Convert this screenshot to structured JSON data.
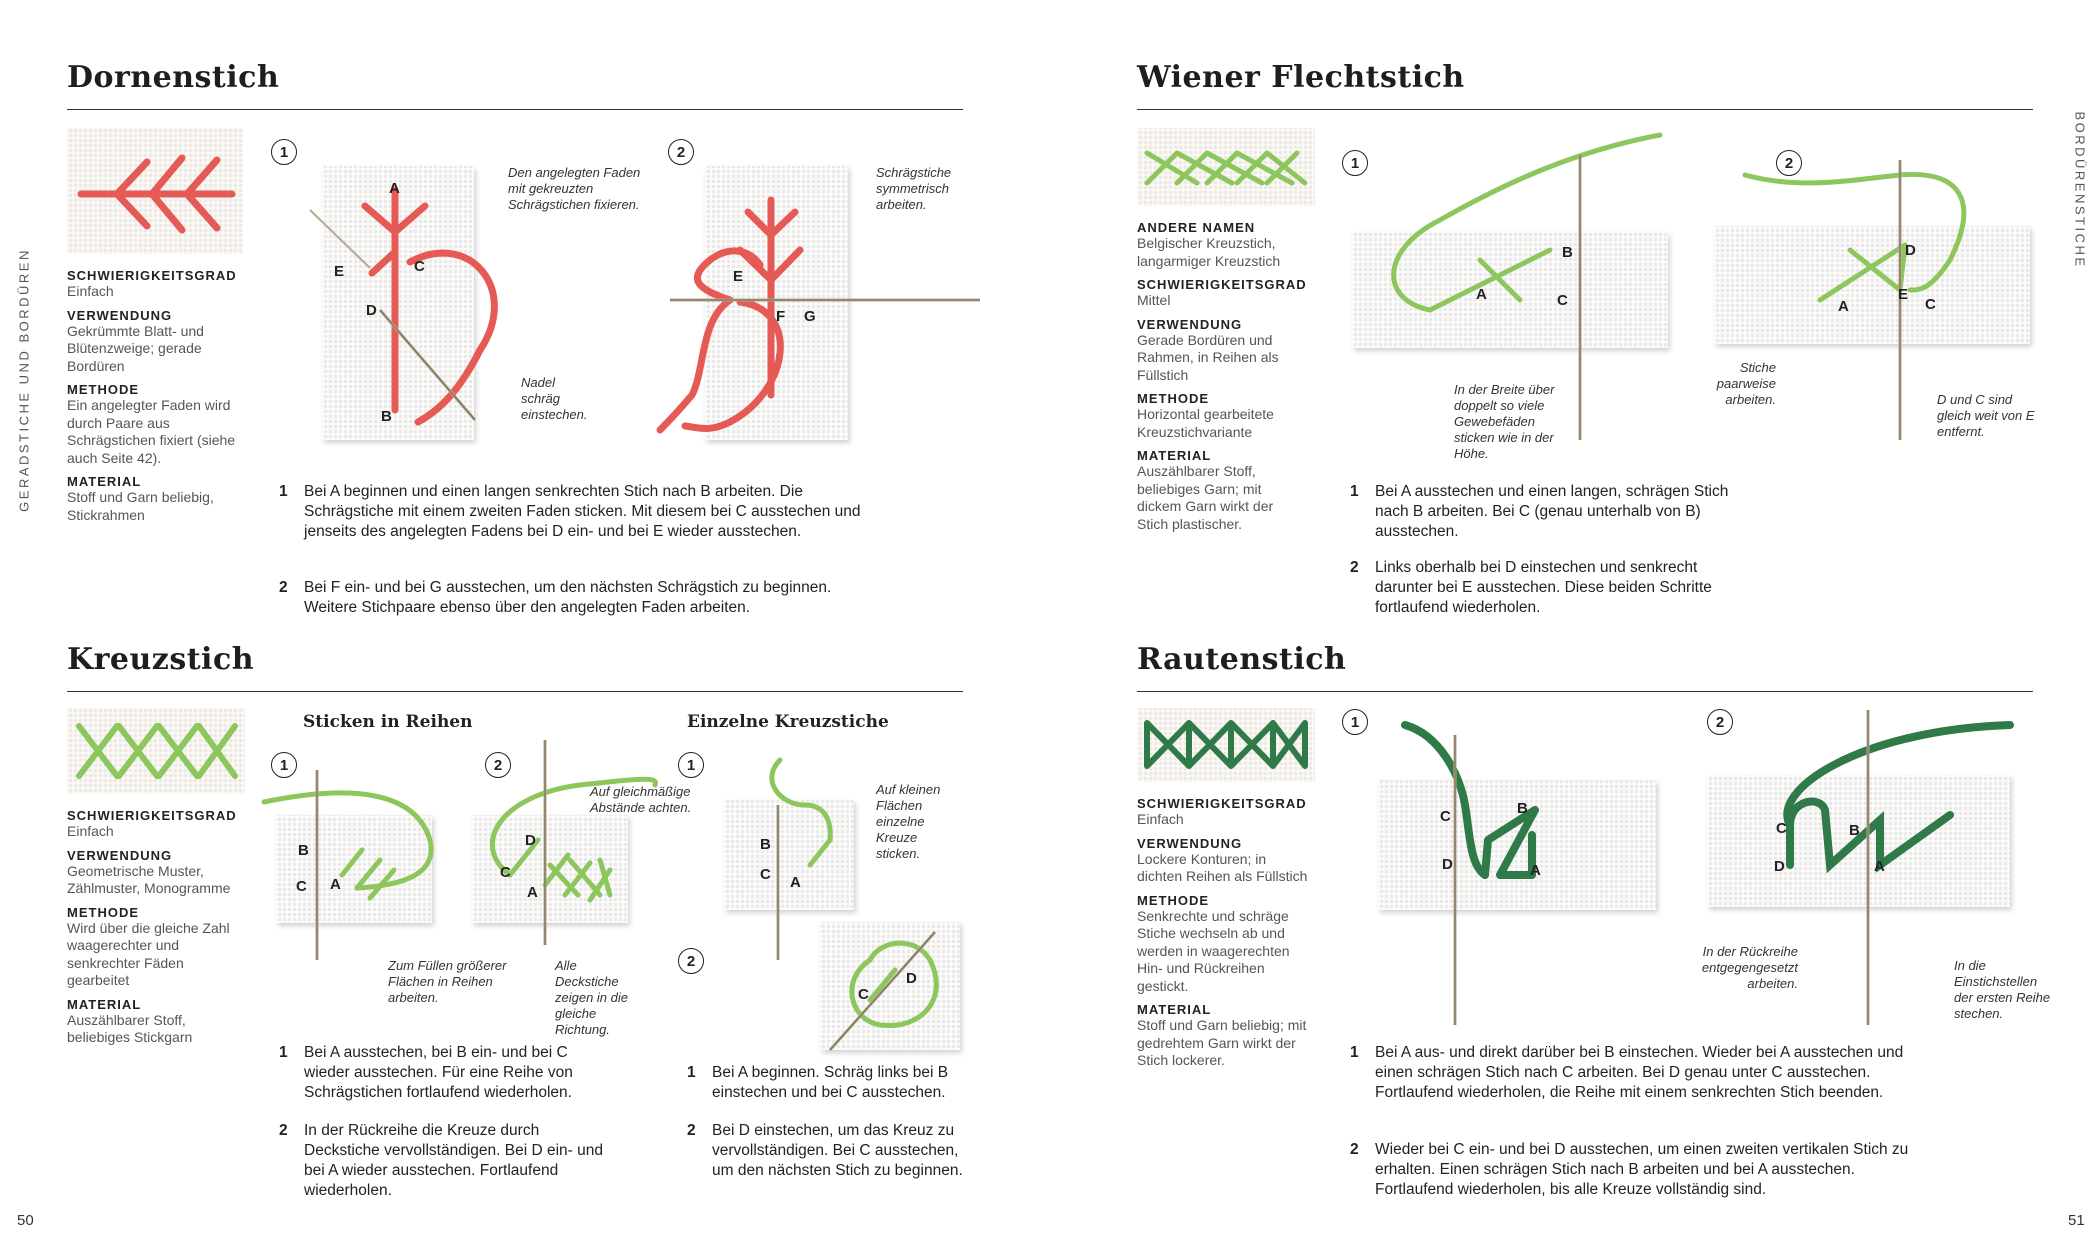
{
  "side_left": "GERADSTICHE UND BORDÜREN",
  "side_right": "BORDÜRENSTICHE",
  "page_left": "50",
  "page_right": "51",
  "colors": {
    "coral": "#e65a55",
    "light_green": "#8cc65c",
    "dark_green": "#2f7a48",
    "fabric": "#ebe9e6"
  },
  "labels": {
    "heading_difficulty": "SCHWIERIGKEITSGRAD",
    "heading_use": "VERWENDUNG",
    "heading_method": "METHODE",
    "heading_material": "MATERIAL",
    "heading_other_names": "ANDERE NAMEN"
  },
  "step_nums": {
    "one": "1",
    "two": "2"
  },
  "letters": {
    "A": "A",
    "B": "B",
    "C": "C",
    "D": "D",
    "E": "E",
    "F": "F",
    "G": "G"
  },
  "dornen": {
    "title": "Dornenstich",
    "difficulty": "Einfach",
    "use": "Gekrümmte Blatt- und Blütenzweige; gerade Bordüren",
    "method": "Ein angelegter Faden wird durch Paare aus Schrägstichen fixiert (siehe auch Seite 42).",
    "material": "Stoff und Garn beliebig, Stickrahmen",
    "note1": "Den angelegten Faden mit gekreuzten Schrägstichen fixieren.",
    "note2": "Nadel schräg einstechen.",
    "note3": "Schrägstiche symmetrisch arbeiten.",
    "step1": "Bei A beginnen und einen langen senkrechten Stich nach B arbeiten. Die Schrägstiche mit einem zweiten Faden sticken. Mit diesem bei C ausstechen und jenseits des angelegten Fadens bei D ein- und bei E wieder ausstechen.",
    "step2": "Bei F ein- und bei G ausstechen, um den nächsten Schrägstich zu beginnen. Weitere Stichpaare ebenso über den angelegten Faden arbeiten."
  },
  "wiener": {
    "title": "Wiener Flechtstich",
    "other_names": "Belgischer Kreuzstich, langarmiger Kreuzstich",
    "difficulty": "Mittel",
    "use": "Gerade Bordüren und Rahmen, in Reihen als Füllstich",
    "method": "Horizontal gearbeitete Kreuzstichvariante",
    "material": "Auszählbarer Stoff, beliebiges Garn; mit dickem Garn wirkt der Stich plastischer.",
    "note1": "In der Breite über doppelt so viele Gewebefäden sticken wie in der Höhe.",
    "note2": "Stiche paarweise arbeiten.",
    "note3": "D und C sind gleich weit von E entfernt.",
    "step1": "Bei A ausstechen und einen langen, schrägen Stich nach B arbeiten. Bei C (genau unterhalb von B) ausstechen.",
    "step2": "Links oberhalb bei D einstechen und senkrecht darunter bei E ausstechen. Diese beiden Schritte fortlaufend wiederholen."
  },
  "kreuz": {
    "title": "Kreuzstich",
    "difficulty": "Einfach",
    "use": "Geometrische Muster, Zählmuster, Monogramme",
    "method": "Wird über die gleiche Zahl waagerechter und senkrechter Fäden gearbeitet",
    "material": "Auszählbarer Stoff, beliebiges Stickgarn",
    "sub1": "Sticken in Reihen",
    "sub2": "Einzelne Kreuzstiche",
    "note1": "Zum Füllen größerer Flächen in Reihen arbeiten.",
    "note2": "Auf gleichmäßige Abstände achten.",
    "note3": "Alle Deckstiche zeigen in die gleiche Richtung.",
    "note4": "Auf kleinen Flächen einzelne Kreuze sticken.",
    "rows_step1": "Bei A ausstechen, bei B ein- und bei C wieder ausstechen. Für eine Reihe von Schrägstichen fortlaufend wiederholen.",
    "rows_step2": "In der Rückreihe die Kreuze durch Deckstiche vervollständigen. Bei D ein- und bei A wieder ausstechen. Fortlaufend wiederholen.",
    "single_step1": "Bei A beginnen. Schräg links bei B einstechen und bei C ausstechen.",
    "single_step2": "Bei D einstechen, um das Kreuz zu vervollständigen. Bei C ausstechen, um den nächsten Stich zu beginnen."
  },
  "rauten": {
    "title": "Rautenstich",
    "difficulty": "Einfach",
    "use": "Lockere Konturen; in dichten Reihen als Füllstich",
    "method": "Senkrechte und schräge Stiche wechseln ab und werden in waagerechten Hin- und Rückreihen gestickt.",
    "material": "Stoff und Garn beliebig; mit gedrehtem Garn wirkt der Stich lockerer.",
    "note1": "In der Rückreihe entgegengesetzt arbeiten.",
    "note2": "In die Einstichstellen der ersten Reihe stechen.",
    "step1": "Bei A aus- und direkt darüber bei B einstechen. Wieder bei A ausstechen und einen schrägen Stich nach C arbeiten. Bei D genau unter C ausstechen. Fortlaufend wiederholen, die Reihe mit einem senkrechten Stich beenden.",
    "step2": "Wieder bei C ein- und bei D ausstechen, um einen zweiten vertikalen Stich zu erhalten. Einen schrägen Stich nach B arbeiten und bei A ausstechen. Fortlaufend wiederholen, bis alle Kreuze vollständig sind."
  }
}
